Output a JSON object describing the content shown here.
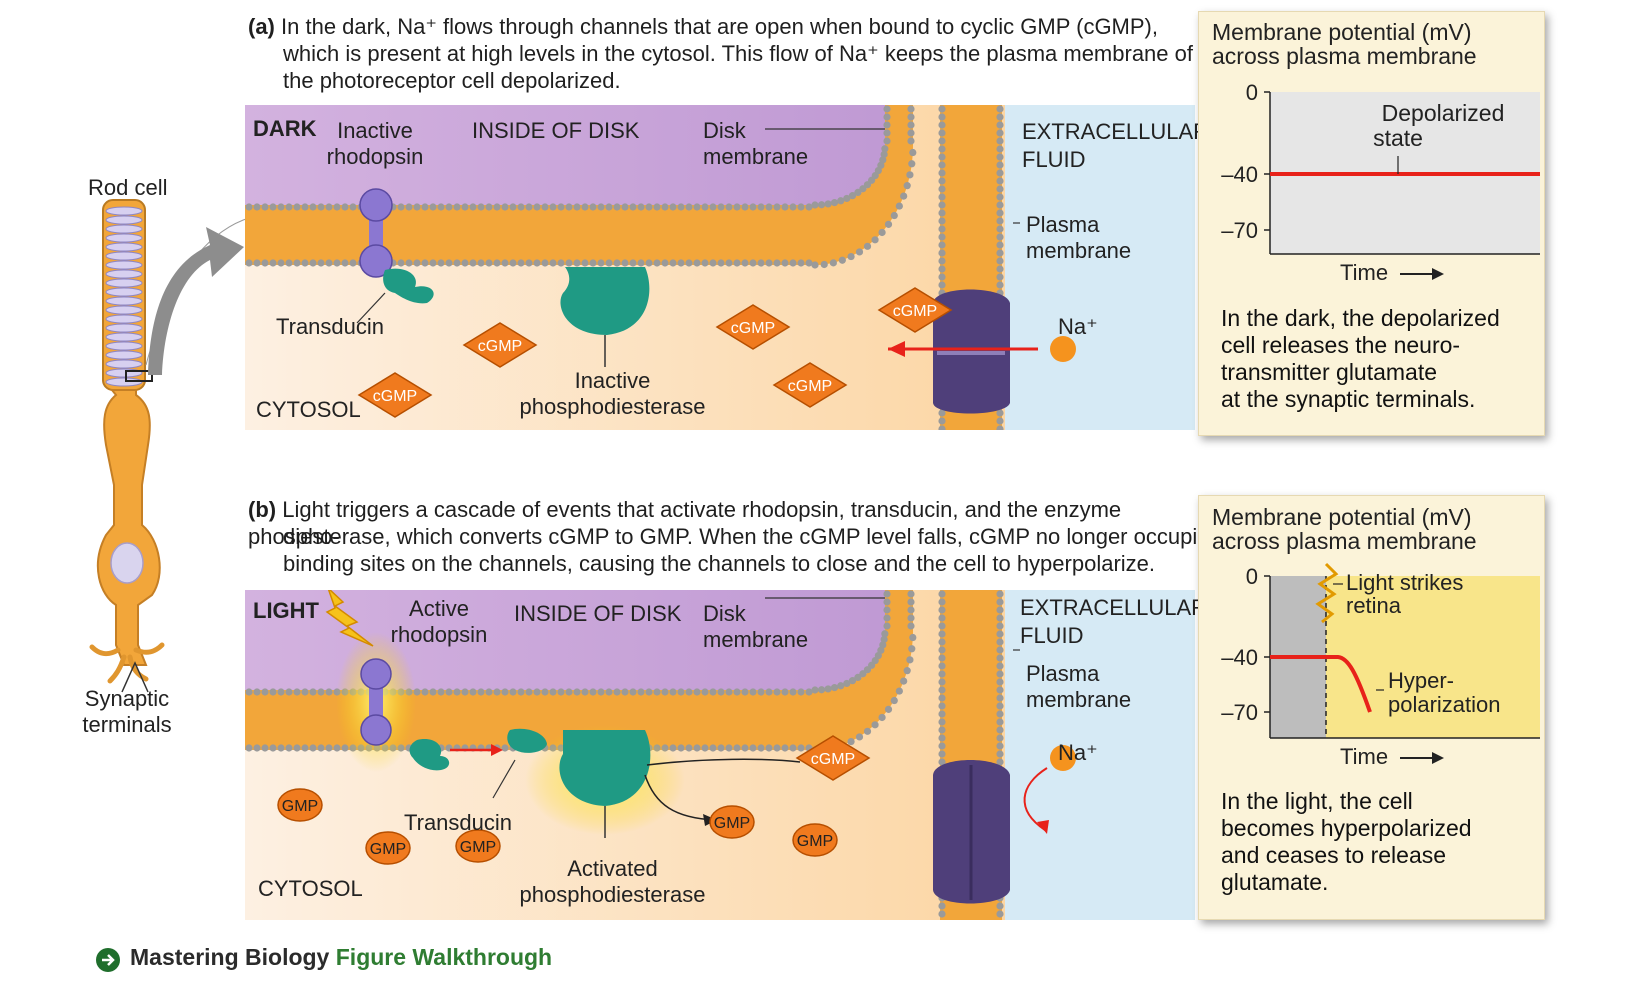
{
  "panel_a": {
    "caption_tag": "(a)",
    "caption_lines": [
      "In the dark, Na⁺ flows through channels that are open when bound to cyclic GMP (cGMP),",
      "which is present at high levels in the cytosol. This flow of Na⁺ keeps the plasma membrane of",
      "the photoreceptor cell depolarized."
    ],
    "label_condition": "DARK",
    "label_rhodopsin": [
      "Inactive",
      "rhodopsin"
    ],
    "label_inside_disk": "INSIDE OF DISK",
    "label_disk_membrane": [
      "Disk",
      "membrane"
    ],
    "label_extracellular": [
      "EXTRACELLULAR",
      "FLUID"
    ],
    "label_plasma_membrane": [
      "Plasma",
      "membrane"
    ],
    "label_transducin": "Transducin",
    "label_pde": [
      "Inactive",
      "phosphodiesterase"
    ],
    "label_cytosol": "CYTOSOL",
    "label_na": "Na⁺",
    "molecule_label": "cGMP"
  },
  "panel_b": {
    "caption_tag": "(b)",
    "caption_lines": [
      "Light triggers a cascade of events that activate rhodopsin, transducin, and the enzyme phospho-",
      "diesterase, which converts cGMP to GMP. When the cGMP level falls, cGMP no longer occupies the",
      "binding sites on the channels, causing the channels to close and the cell to hyperpolarize."
    ],
    "label_condition": "LIGHT",
    "label_rhodopsin": [
      "Active",
      "rhodopsin"
    ],
    "label_inside_disk": "INSIDE OF DISK",
    "label_disk_membrane": [
      "Disk",
      "membrane"
    ],
    "label_extracellular": [
      "EXTRACELLULAR",
      "FLUID"
    ],
    "label_plasma_membrane": [
      "Plasma",
      "membrane"
    ],
    "label_transducin": "Transducin",
    "label_pde": [
      "Activated",
      "phosphodiesterase"
    ],
    "label_cytosol": "CYTOSOL",
    "label_na": "Na⁺",
    "molecule_label": "cGMP",
    "product_label": "GMP"
  },
  "rod_cell": {
    "label": "Rod cell",
    "synaptic_label": [
      "Synaptic",
      "terminals"
    ]
  },
  "graph_a": {
    "title": [
      "Membrane potential (mV)",
      "across plasma membrane"
    ],
    "y_ticks": [
      "0",
      "–40",
      "–70"
    ],
    "x_label": "Time",
    "annotation": [
      "Depolarized",
      "state"
    ],
    "description": [
      "In the dark, the depolarized",
      "cell releases the neuro-",
      "transmitter glutamate",
      "at the synaptic terminals."
    ]
  },
  "graph_b": {
    "title": [
      "Membrane potential (mV)",
      "across plasma membrane"
    ],
    "y_ticks": [
      "0",
      "–40",
      "–70"
    ],
    "x_label": "Time",
    "annotation_light": [
      "Light strikes",
      "retina"
    ],
    "annotation_hyper": [
      "Hyper-",
      "polarization"
    ],
    "description": [
      "In the light, the cell",
      "becomes hyperpolarized",
      "and ceases to release",
      "glutamate."
    ]
  },
  "footer": {
    "prefix": "Mastering Biology",
    "suffix": "Figure Walkthrough"
  },
  "colors": {
    "disk_lumen": "#c9a6d6",
    "membrane_orange": "#f2a63a",
    "cytosol": "#fde3bf",
    "extracellular": "#d8ecf6",
    "graph_bg": "#e6e6e6",
    "graph_light": "#f8e58a",
    "trace_red": "#e8221a",
    "cgmp_orange": "#f07a1e",
    "enzyme_green": "#1f9a84",
    "rhodopsin_purple": "#8b77d1",
    "channel_dark": "#4f3f7a"
  }
}
